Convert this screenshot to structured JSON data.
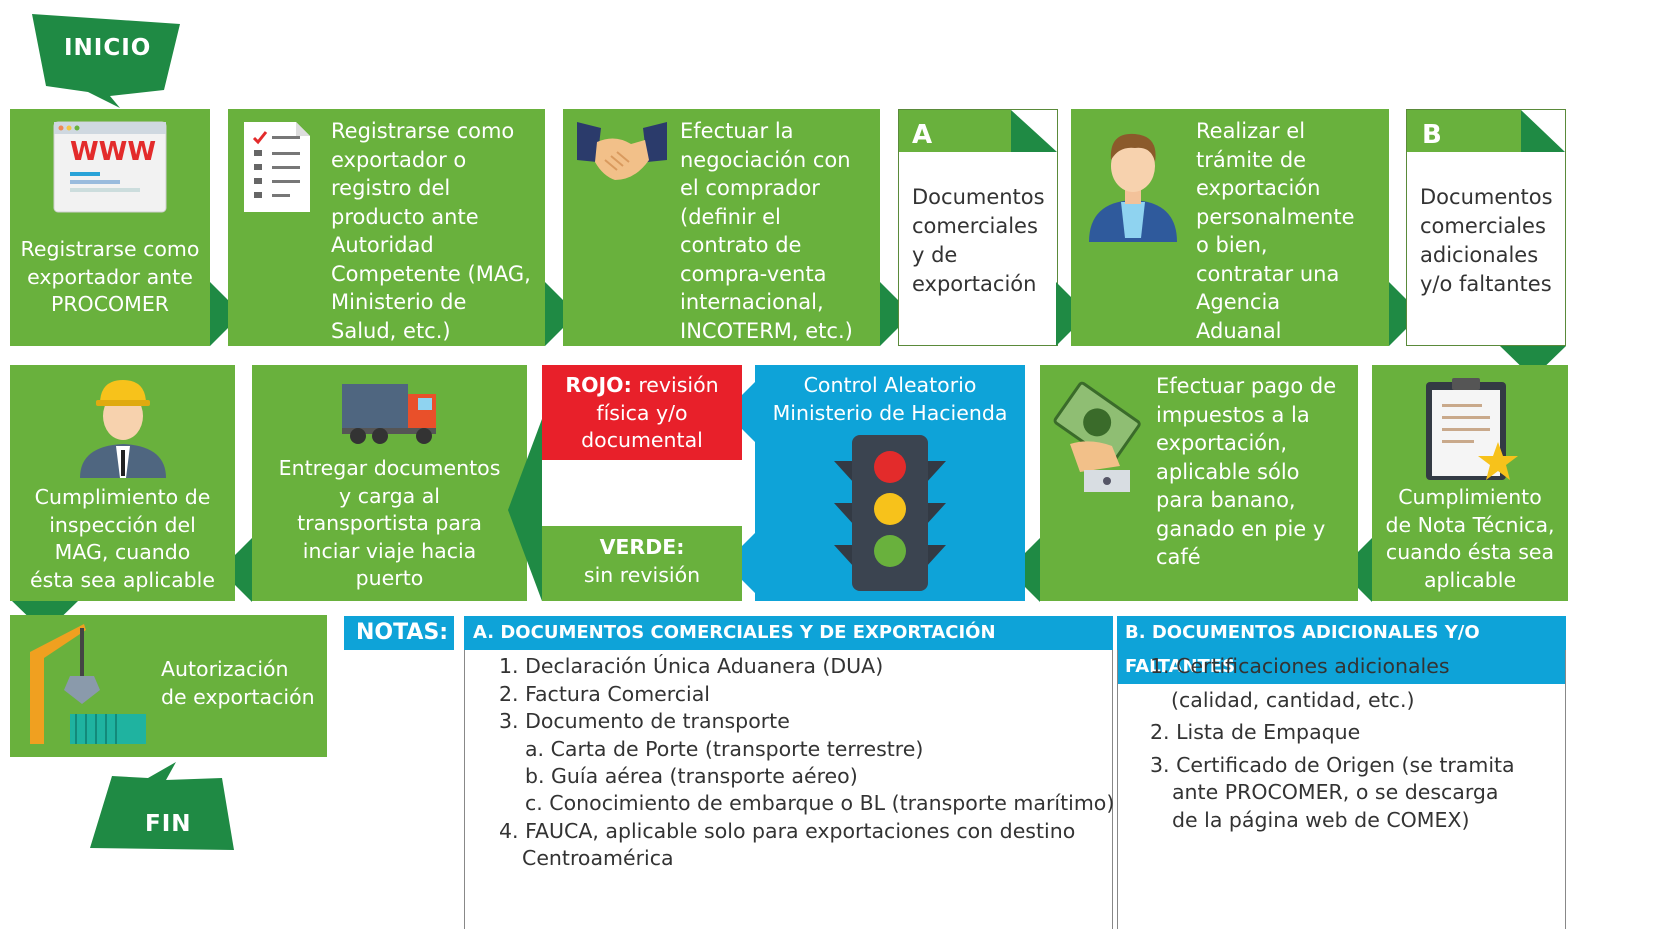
{
  "start_label": "INICIO",
  "end_label": "FIN",
  "steps": {
    "procomer": [
      "Registrarse como",
      "exportador ante",
      "PROCOMER"
    ],
    "web_icon_text": "WWW",
    "authority": [
      "Registrarse como",
      "exportador o",
      "registro del",
      "producto ante",
      "Autoridad",
      "Competente (MAG,",
      "Ministerio de",
      "Salud, etc.)"
    ],
    "negotiation": [
      "Efectuar la",
      "negociación con",
      "el comprador",
      "(definir el",
      "contrato de",
      "compra-venta",
      "internacional,",
      "INCOTERM, etc.)"
    ],
    "docs_a": {
      "letter": "A",
      "lines": [
        "Documentos",
        "comerciales",
        "y de",
        "exportación"
      ]
    },
    "customs": [
      "Realizar el",
      "trámite de",
      "exportación",
      "personalmente",
      "o bien,",
      "contratar una",
      "Agencia",
      "Aduanal"
    ],
    "docs_b": {
      "letter": "B",
      "lines": [
        "Documentos",
        "comerciales",
        "adicionales",
        "y/o faltantes"
      ]
    },
    "tech_note": [
      "Cumplimiento",
      "de Nota Técnica,",
      "cuando ésta sea",
      "aplicable"
    ],
    "taxes": [
      "Efectuar pago de",
      "impuestos a la",
      "exportación,",
      "aplicable sólo",
      "para banano,",
      "ganado en pie y",
      "café"
    ],
    "control": [
      "Control Aleatorio",
      "Ministerio de Hacienda"
    ],
    "red": {
      "bold": "ROJO:",
      "rest": " revisión",
      "lines": [
        "física y/o",
        "documental"
      ]
    },
    "green_result": {
      "bold": "VERDE:",
      "line": "sin revisión"
    },
    "deliver": [
      "Entregar documentos",
      "y carga al",
      "transportista para",
      "inciar viaje hacia",
      "puerto"
    ],
    "mag": [
      "Cumplimiento de",
      "inspección del",
      "MAG, cuando",
      "ésta sea aplicable"
    ],
    "authorization": [
      "Autorización",
      "de exportación"
    ]
  },
  "notes": {
    "label": "NOTAS:",
    "a_header": "A. DOCUMENTOS COMERCIALES Y DE EXPORTACIÓN",
    "a_items": [
      "1. Declaración Única Aduanera (DUA)",
      "2. Factura Comercial",
      "3. Documento de transporte",
      "a. Carta de Porte (transporte terrestre)",
      "b. Guía aérea (transporte aéreo)",
      "c. Conocimiento de embarque o BL (transporte marítimo)",
      "4. FAUCA, aplicable solo para exportaciones con destino",
      "Centroamérica"
    ],
    "b_header": "B. DOCUMENTOS ADICIONALES Y/O FALTANTES",
    "b_items": [
      "1. Certificaciones adicionales",
      "(calidad, cantidad, etc.)",
      "2. Lista de Empaque",
      "3. Certificado de Origen (se tramita",
      "ante PROCOMER, o se descarga",
      "de la página web de COMEX)"
    ]
  },
  "colors": {
    "green": "#69b13d",
    "dark_green": "#1f8a44",
    "blue": "#0ea3d8",
    "red": "#e8202a"
  }
}
